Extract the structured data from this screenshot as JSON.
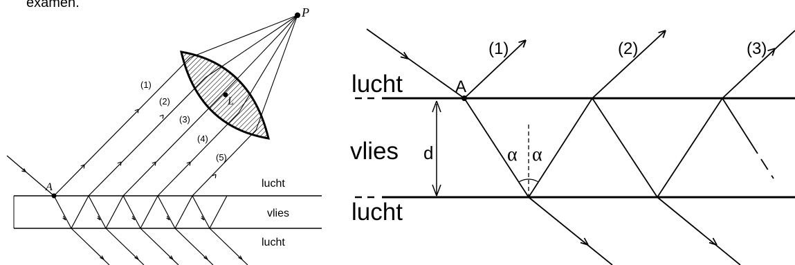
{
  "top_text": "examen.",
  "left_figure": {
    "point_P": "P",
    "point_A": "A",
    "lens_label": "L",
    "ray_labels": [
      "(1)",
      "(2)",
      "(3)",
      "(4)",
      "(5)"
    ],
    "layer_labels": {
      "top": "lucht",
      "middle": "vlies",
      "bottom": "lucht"
    }
  },
  "right_figure": {
    "point_A": "A",
    "ray_labels": [
      "(1)",
      "(2)",
      "(3)"
    ],
    "layer_labels": {
      "top": "lucht",
      "middle": "vlies",
      "bottom": "lucht"
    },
    "thickness_label": "d",
    "angle_label_left": "α",
    "angle_label_right": "α"
  }
}
